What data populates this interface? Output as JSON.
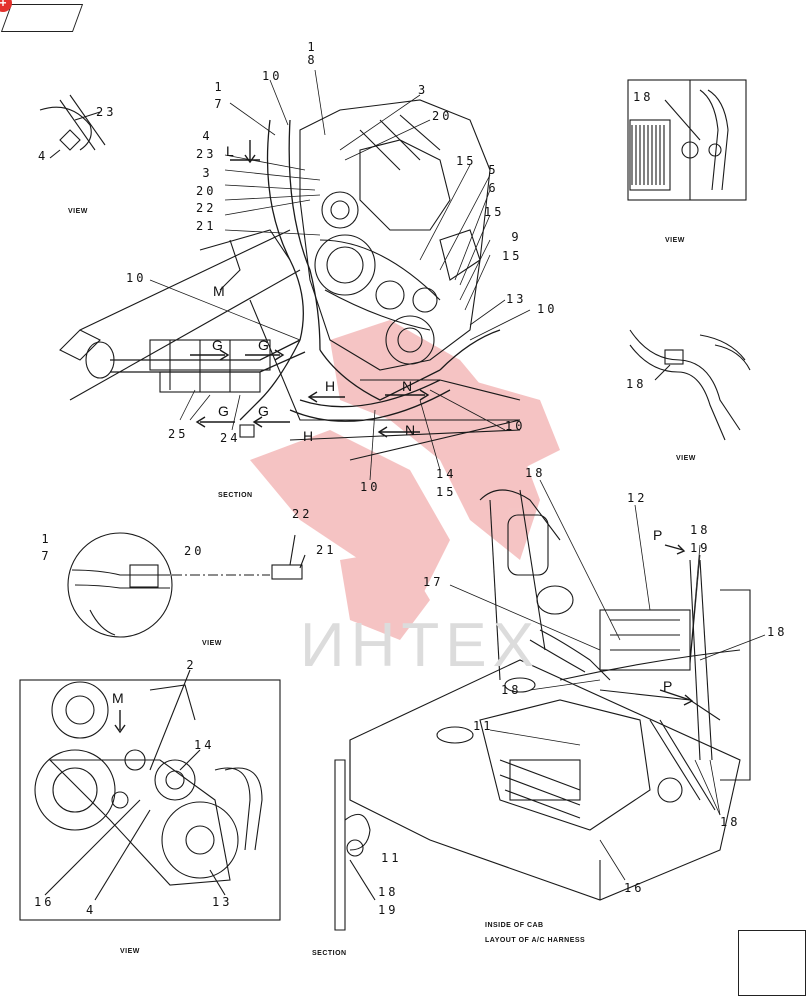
{
  "watermark": {
    "text": "ИНТЕХ",
    "color": "#e52b2b"
  },
  "nav": {
    "prev_icon": "back-arrow-icon",
    "next_icon": "next-arrow-icon",
    "badge": "+"
  },
  "labels": {
    "n1": "1",
    "n7": "7",
    "n10a": "10",
    "n18": "18",
    "n3a": "3",
    "n20a": "20",
    "n4a": "4",
    "n23a": "23",
    "n3b": "3",
    "n20b": "20",
    "n22a": "22",
    "n21a": "21",
    "n15a": "15",
    "n5": "5",
    "n6": "6",
    "n15b": "15",
    "n9": "9",
    "n15c": "15",
    "n13a": "13",
    "n10b": "10",
    "n10c": "10",
    "n10d": "10",
    "n10e": "10",
    "n14a": "14",
    "n15d": "15",
    "n25": "25",
    "n24": "24",
    "n23b": "23",
    "n4b": "4",
    "n18tr": "18",
    "n18mr": "18",
    "n1b": "1",
    "n7b": "7",
    "n20c": "20",
    "n22b": "22",
    "n21b": "21",
    "n2": "2",
    "n14b": "14",
    "n16a": "16",
    "n4c": "4",
    "n13b": "13",
    "n11a": "11",
    "n18s": "18",
    "n19s": "19",
    "n18c1": "18",
    "n12": "12",
    "n18c2": "18",
    "n19c": "19",
    "n17": "17",
    "n18c3": "18",
    "n18c4": "18",
    "n11b": "11",
    "n18c5": "18",
    "n16b": "16"
  },
  "letters": {
    "G1": "G",
    "G2": "G",
    "G3": "G",
    "G4": "G",
    "H1": "H",
    "H2": "H",
    "N1": "N",
    "N2": "N",
    "M1": "M",
    "M2": "M",
    "P1": "P",
    "P2": "P",
    "L1": "L"
  },
  "captions": {
    "view1": "VIEW",
    "view2": "VIEW",
    "view3": "VIEW",
    "view4": "VIEW",
    "view5": "VIEW",
    "section1": "SECTION",
    "section2": "SECTION",
    "cab1": "INSIDE OF CAB",
    "cab2": "LAYOUT OF A/C HARNESS"
  }
}
